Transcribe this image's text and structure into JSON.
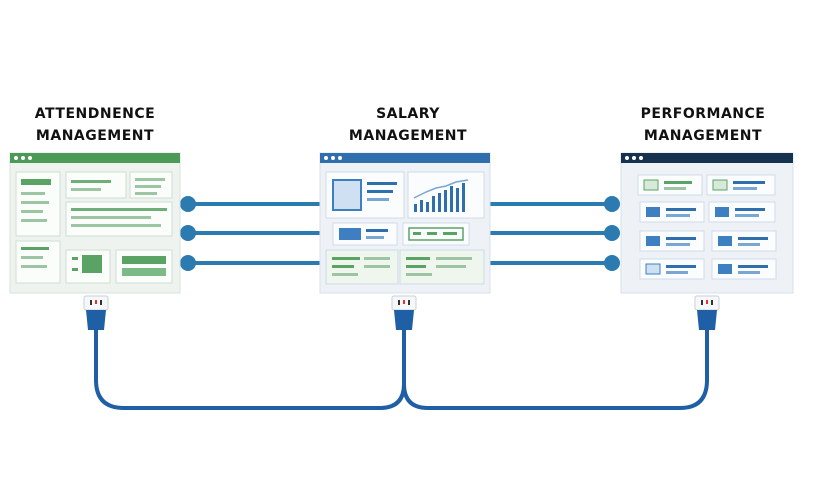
{
  "modules": [
    {
      "line1": "ATTENDNENCE",
      "line2": "MANAGEMENT",
      "theme": "#4c9a58"
    },
    {
      "line1": "SALARY",
      "line2": "MANAGEMENT",
      "theme": "#2f6fae"
    },
    {
      "line1": "PERFORMANCE",
      "line2": "MANAGEMENT",
      "theme": "#17324f"
    }
  ],
  "colors": {
    "connector": "#2b7ab0",
    "cable": "#1f5fa6",
    "panel_bg": "#eef1f4",
    "green_accent": "#5aa365",
    "blue_accent": "#3d7fc1"
  }
}
